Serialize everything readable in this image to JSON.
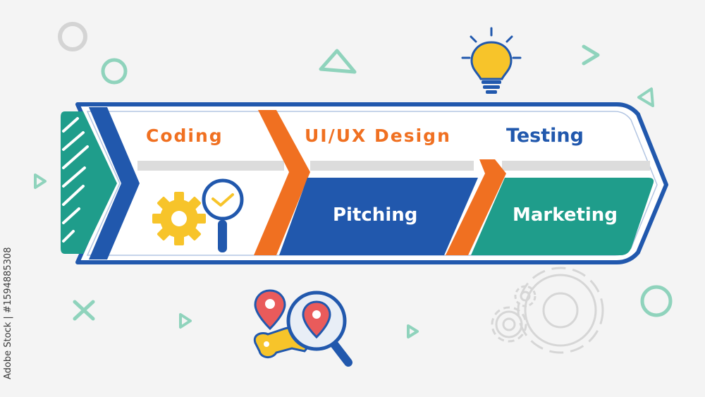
{
  "steps": {
    "coding": "Coding",
    "uiux": "UI/UX Design",
    "testing": "Testing",
    "pitching": "Pitching",
    "marketing": "Marketing"
  },
  "credit": "Adobe Stock | #1594885308",
  "colors": {
    "blue": "#2158ad",
    "orange": "#f07021",
    "teal": "#1f9d8b",
    "yellow": "#f7c42a",
    "red": "#e95b5b",
    "mint": "#8fd3bc",
    "grey": "#d6d6d6"
  },
  "icons": [
    "gear-icon",
    "magnifier-icon",
    "lightbulb-icon",
    "map-pin-icon",
    "key-icon"
  ]
}
